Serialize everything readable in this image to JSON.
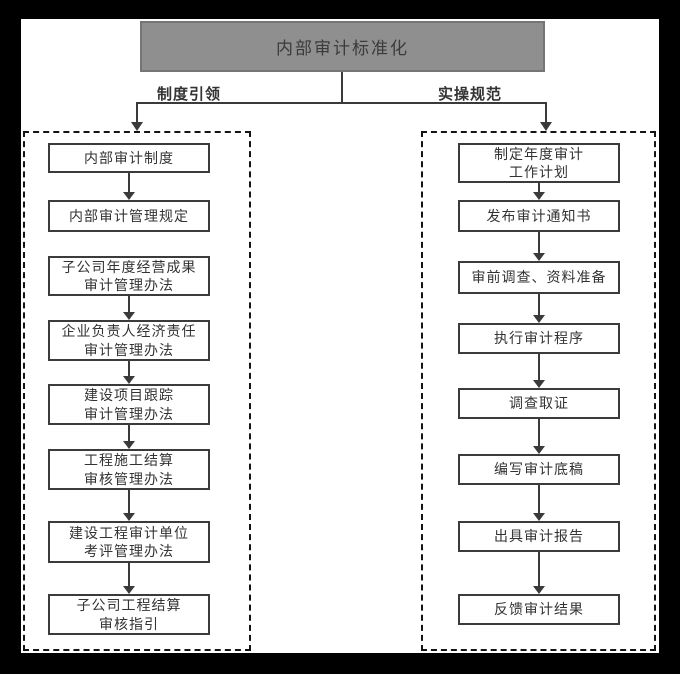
{
  "diagram": {
    "title": "内部审计标准化",
    "branches": {
      "left_label": "制度引领",
      "right_label": "实操规范"
    },
    "left_column": {
      "items": [
        {
          "label": "内部审计制度"
        },
        {
          "label": "内部审计管理规定"
        },
        {
          "label": "子公司年度经营成果\n审计管理办法"
        },
        {
          "label": "企业负责人经济责任\n审计管理办法"
        },
        {
          "label": "建设项目跟踪\n审计管理办法"
        },
        {
          "label": "工程施工结算\n审核管理办法"
        },
        {
          "label": "建设工程审计单位\n考评管理办法"
        },
        {
          "label": "子公司工程结算\n审核指引"
        }
      ]
    },
    "right_column": {
      "items": [
        {
          "label": "制定年度审计\n工作计划"
        },
        {
          "label": "发布审计通知书"
        },
        {
          "label": "审前调查、资料准备"
        },
        {
          "label": "执行审计程序"
        },
        {
          "label": "调查取证"
        },
        {
          "label": "编写审计底稿"
        },
        {
          "label": "出具审计报告"
        },
        {
          "label": "反馈审计结果"
        }
      ]
    },
    "colors": {
      "frame": "#000000",
      "panel_bg": "#ffffff",
      "title_fill": "#8f8f8f",
      "title_border": "#757575",
      "line": "#3a3a3a",
      "box_border": "#3b3b3b",
      "text": "#333333"
    }
  }
}
